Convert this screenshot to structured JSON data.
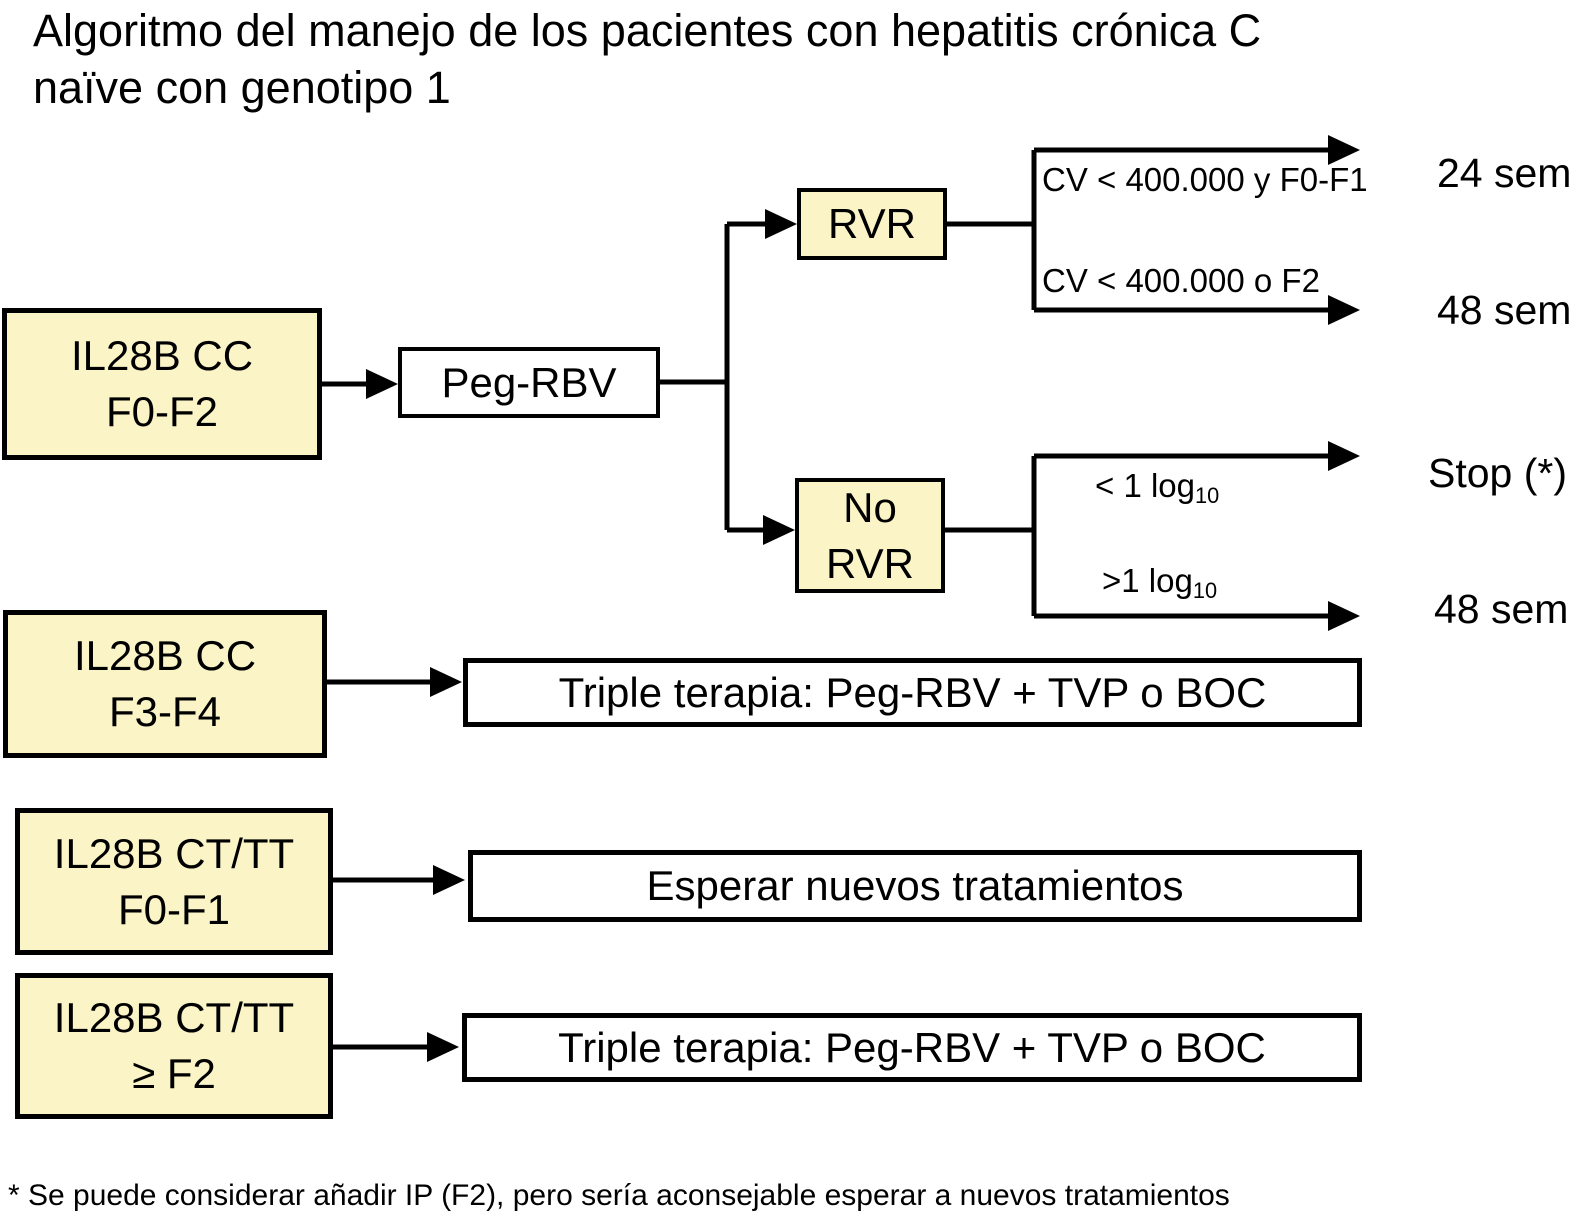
{
  "header": {
    "title_lines": [
      "Algoritmo del manejo de los pacientes con hepatitis crónica C",
      "naïve con genotipo 1"
    ]
  },
  "colors": {
    "node_fill": "#FAF4C6",
    "line": "#000000",
    "background": "#FFFFFF"
  },
  "nodes": {
    "il28b_cc_f0f2": {
      "lines": [
        "IL28B CC",
        "F0-F2"
      ]
    },
    "peg_rbv": {
      "label": "Peg-RBV"
    },
    "rvr": {
      "label": "RVR"
    },
    "no_rvr": {
      "lines": [
        "No",
        "RVR"
      ]
    },
    "il28b_cc_f3f4": {
      "lines": [
        "IL28B CC",
        "F3-F4"
      ]
    },
    "triple_terapia_cc": {
      "label": "Triple terapia: Peg-RBV + TVP o BOC"
    },
    "il28b_cttt_f0f1": {
      "lines": [
        "IL28B CT/TT",
        "F0-F1"
      ]
    },
    "esperar": {
      "label": "Esperar nuevos tratamientos"
    },
    "il28b_cttt_f2": {
      "lines": [
        "IL28B CT/TT",
        "≥ F2"
      ]
    },
    "triple_terapia_cttt": {
      "label": "Triple terapia: Peg-RBV + TVP o BOC"
    }
  },
  "branches": {
    "rvr_top": {
      "label": "CV < 400.000 y F0-F1",
      "outcome": "24 sem"
    },
    "rvr_bottom": {
      "label": "CV < 400.000 o F2",
      "outcome": "48 sem"
    },
    "no_rvr_top": {
      "label_main": "< 1 log",
      "label_sub": "10",
      "outcome": "Stop (*)"
    },
    "no_rvr_bottom": {
      "label_main": ">1 log",
      "label_sub": "10",
      "outcome": "48 sem"
    }
  },
  "footnote": "* Se puede considerar añadir IP (F2), pero sería aconsejable esperar a nuevos tratamientos"
}
